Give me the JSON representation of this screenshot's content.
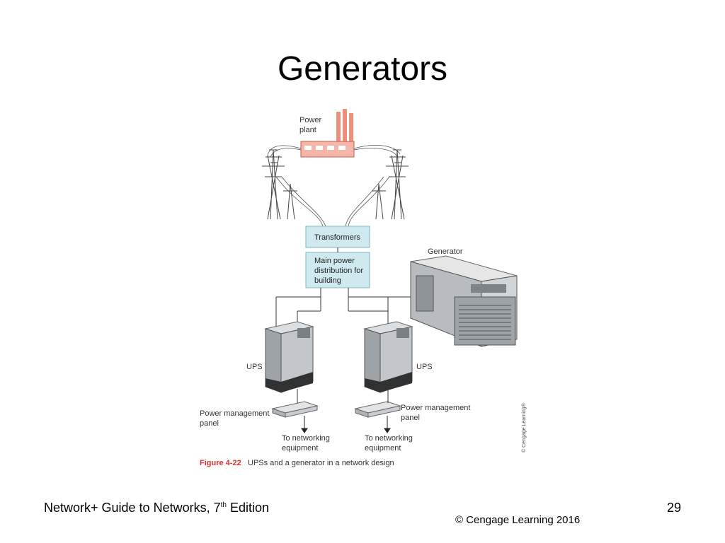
{
  "slide": {
    "title": "Generators",
    "footer": {
      "book": "Network+ Guide to Networks, 7",
      "edition_sup": "th",
      "edition_suffix": " Edition"
    },
    "page_number": "29",
    "copyright": "© Cengage Learning  2016"
  },
  "diagram": {
    "power_plant_label": [
      "Power",
      "plant"
    ],
    "transformers_label": "Transformers",
    "main_power_label": [
      "Main power",
      "distribution for",
      "building"
    ],
    "generator_label": "Generator",
    "ups_left_label": "UPS",
    "ups_right_label": "UPS",
    "pmp_left_label": [
      "Power management",
      "panel"
    ],
    "pmp_right_label": [
      "Power management",
      "panel"
    ],
    "net_left_label": [
      "To networking",
      "equipment"
    ],
    "net_right_label": [
      "To networking",
      "equipment"
    ],
    "caption_number": "Figure 4-22",
    "caption_text": "UPSs and a generator in a network design",
    "credit": "© Cengage Learning®",
    "colors": {
      "box_fill": "#cfe9ef",
      "box_stroke": "#7fb7c6",
      "plant_red": "#e8735a",
      "caption_red": "#d9322e"
    }
  }
}
